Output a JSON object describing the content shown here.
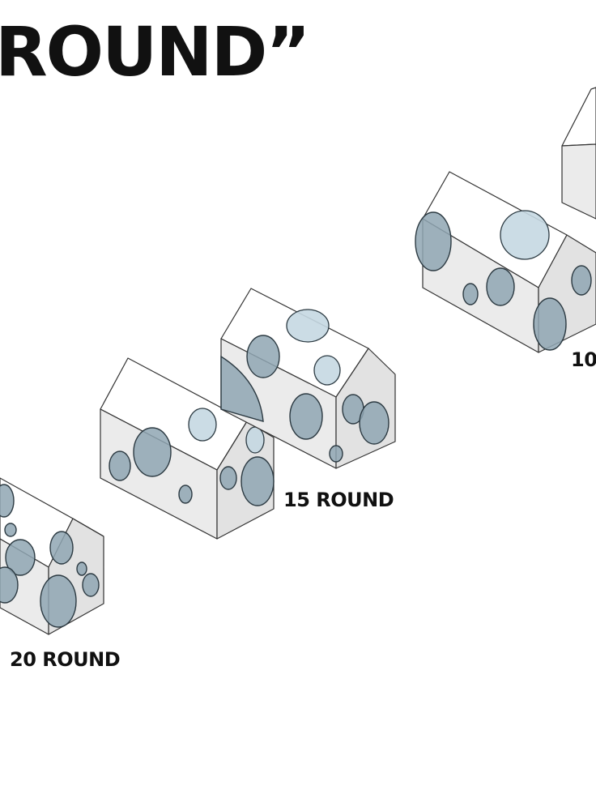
{
  "title": "ROUND”",
  "labels": {
    "round20": "20 ROUND",
    "round15": "15 ROUND",
    "round10": "10"
  }
}
